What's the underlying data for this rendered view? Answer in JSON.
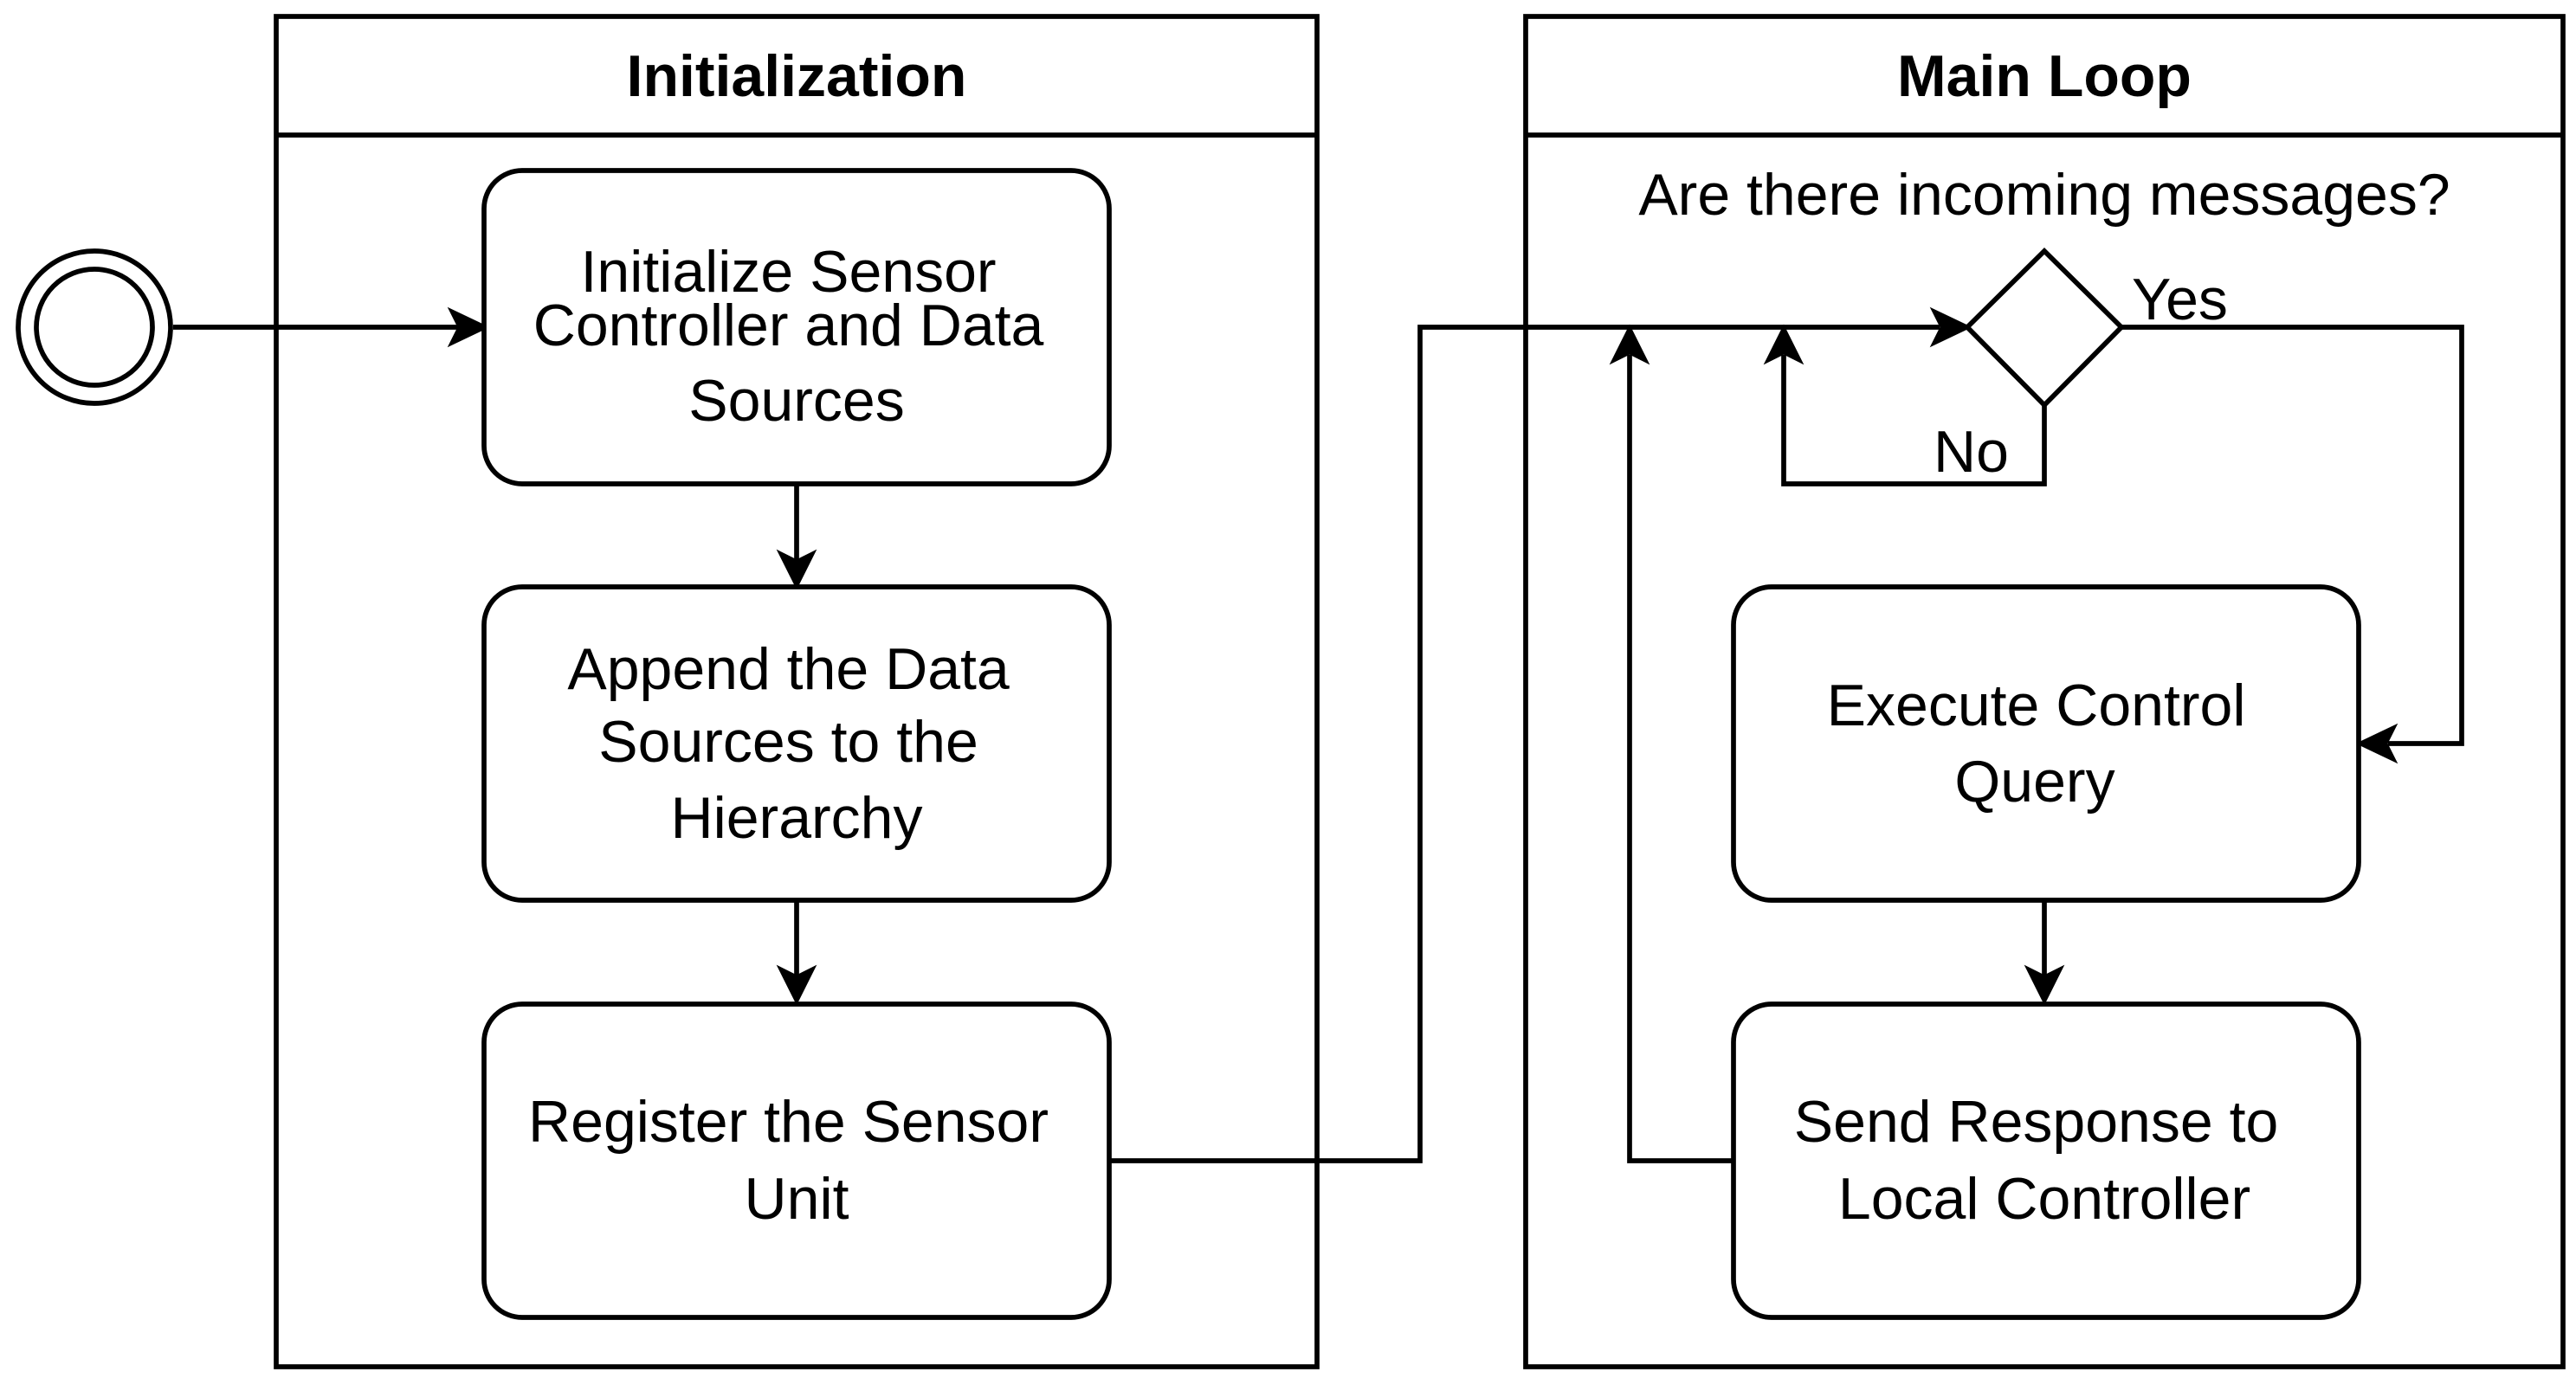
{
  "lanes": {
    "initialization": {
      "title": "Initialization"
    },
    "main_loop": {
      "title": "Main Loop"
    }
  },
  "nodes": {
    "init_sensor": {
      "lines": [
        "Initialize Sensor",
        "Controller and Data",
        "Sources"
      ]
    },
    "append_sources": {
      "lines": [
        "Append the Data",
        "Sources to the",
        "Hierarchy"
      ]
    },
    "register_unit": {
      "lines": [
        "Register the Sensor",
        "Unit"
      ]
    },
    "execute_query": {
      "lines": [
        "Execute Control",
        "Query"
      ]
    },
    "send_response": {
      "lines": [
        "Send Response to",
        "Local Controller"
      ]
    }
  },
  "decision": {
    "question": "Are there incoming messages?",
    "yes_label": "Yes",
    "no_label": "No"
  }
}
